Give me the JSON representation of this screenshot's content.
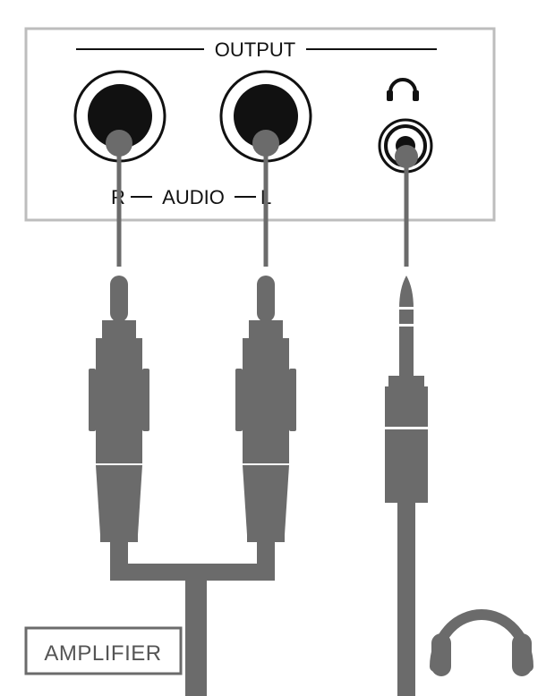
{
  "panel": {
    "output_label": "OUTPUT",
    "audio_label": "AUDIO",
    "right_label": "R",
    "left_label": "L"
  },
  "device_label": "AMPLIFIER",
  "icons": {
    "panel_icon": "headphones-icon",
    "device_icon": "headphones-icon"
  },
  "colors": {
    "cable_gray": "#6b6b6b",
    "panel_border": "#bdbdbd",
    "jack_black": "#111111"
  }
}
